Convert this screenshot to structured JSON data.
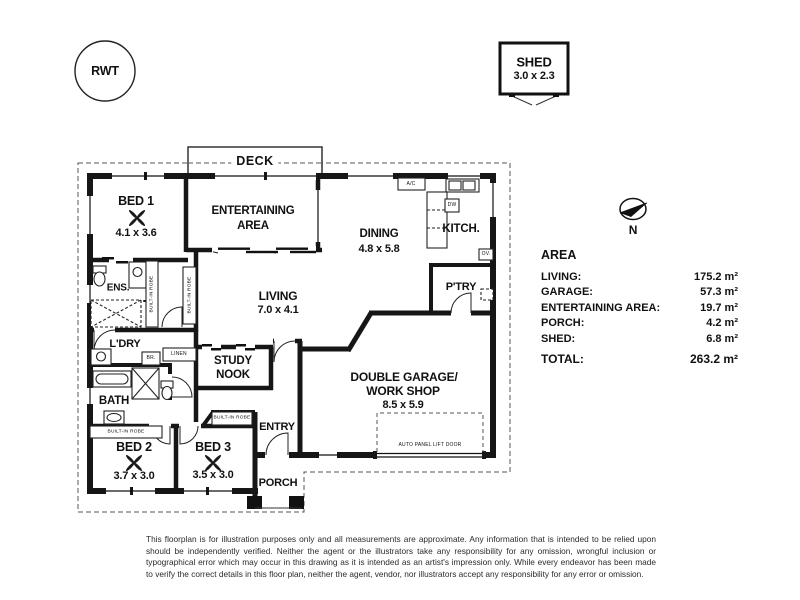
{
  "rwt": {
    "label": "RWT"
  },
  "shed": {
    "name": "SHED",
    "dims": "3.0 x 2.3"
  },
  "deck": {
    "label": "DECK"
  },
  "compass": {
    "label": "N"
  },
  "rooms": {
    "bed1": {
      "name": "BED 1",
      "dims": "4.1 x 3.6"
    },
    "entertaining": {
      "line1": "ENTERTAINING",
      "line2": "AREA"
    },
    "dining": {
      "name": "DINING",
      "dims": "4.8 x 5.8"
    },
    "kitchen": {
      "name": "KITCH."
    },
    "living": {
      "name": "LIVING",
      "dims": "7.0 x 4.1"
    },
    "pantry": {
      "name": "P'TRY"
    },
    "ensuite": {
      "name": "ENS."
    },
    "laundry": {
      "name": "L'DRY"
    },
    "study": {
      "line1": "STUDY",
      "line2": "NOOK"
    },
    "bath": {
      "name": "BATH"
    },
    "bed2": {
      "name": "BED 2",
      "dims": "3.7 x 3.0"
    },
    "bed3": {
      "name": "BED 3",
      "dims": "3.5 x 3.0"
    },
    "entry": {
      "name": "ENTRY"
    },
    "porch": {
      "name": "PORCH"
    },
    "garage": {
      "line1": "DOUBLE GARAGE/",
      "line2": "WORK SHOP",
      "dims": "8.5 x 5.9"
    }
  },
  "annotations": {
    "robe": "BUILT-IN ROBE",
    "linen": "LINEN",
    "br": "BR.",
    "ac": "A/C",
    "dw": "DW",
    "ov": "OV.",
    "lift_door": "AUTO PANEL LIFT DOOR"
  },
  "icons": {
    "ceiling_fan": "ceiling-fan-icon",
    "north_compass": "north-compass-icon"
  },
  "colors": {
    "wall": "#161616",
    "boundary_dash": "#555"
  },
  "legend": {
    "title": "AREA",
    "rows": [
      {
        "label": "LIVING:",
        "value": "175.2 m²"
      },
      {
        "label": "GARAGE:",
        "value": "57.3 m²"
      },
      {
        "label": "ENTERTAINING AREA:",
        "value": "19.7 m²"
      },
      {
        "label": "PORCH:",
        "value": "4.2 m²"
      },
      {
        "label": "SHED:",
        "value": "6.8 m²"
      }
    ],
    "total": {
      "label": "TOTAL:",
      "value": "263.2 m²"
    }
  },
  "disclaimer": {
    "text": "This floorplan is for illustration purposes only and all measurements are approximate. Any information that is intended to be relied upon should be independently verified. Neither the agent or the illustrators take any responsibility for any omission, wrongful inclusion or typographical error which may occur in this drawing as it is intended as an artist's impression only. While every endeavor has been made to verify the correct details in this floor plan, neither the agent, vendor, nor illustrators accept any responsibility for any error or omission."
  }
}
